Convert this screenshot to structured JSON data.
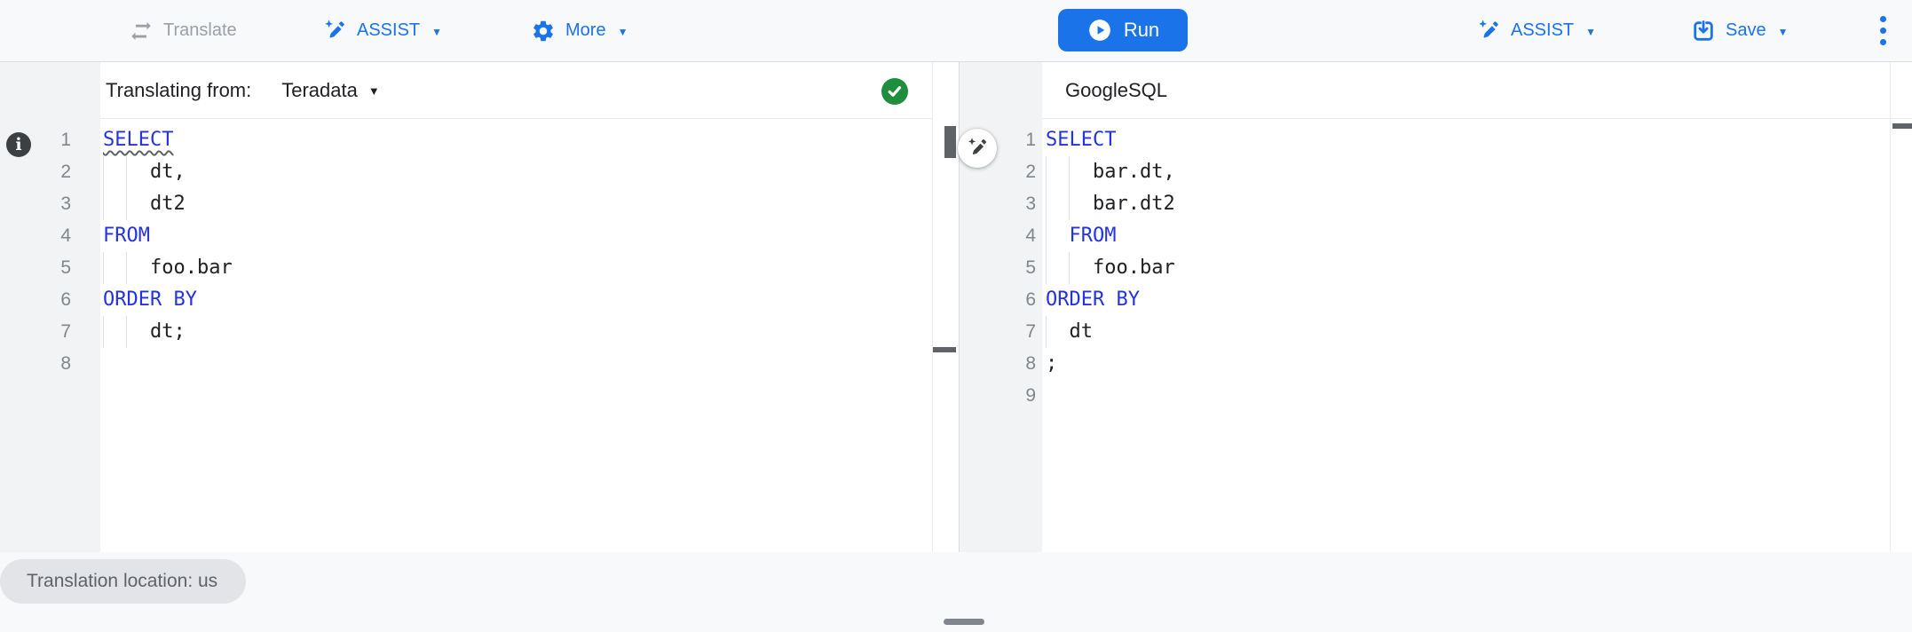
{
  "toolbar": {
    "translate_label": "Translate",
    "assist_label": "ASSIST",
    "more_label": "More",
    "run_label": "Run",
    "save_label": "Save"
  },
  "source_panel": {
    "header_label": "Translating from:",
    "dialect_selected": "Teradata",
    "status_icon": "success-check",
    "info_marker": "i"
  },
  "target_panel": {
    "header_label": "GoogleSQL"
  },
  "footer": {
    "location_chip": "Translation location: us"
  },
  "colors": {
    "accent_blue": "#1a73e8",
    "keyword_blue": "#2433df",
    "code_text": "#202124",
    "line_number_gray": "#80868b",
    "success_green": "#1e8e3e",
    "toolbar_bg": "#f8f9fa",
    "gutter_bg": "#f1f3f4",
    "chip_bg": "#e2e4e7"
  },
  "editors": {
    "source": {
      "lines": [
        {
          "num": 1,
          "segs": [
            {
              "t": "SELECT",
              "k": true,
              "w": true
            }
          ],
          "guides": []
        },
        {
          "num": 2,
          "segs": [
            {
              "t": "    dt,"
            }
          ],
          "guides": [
            0,
            2
          ]
        },
        {
          "num": 3,
          "segs": [
            {
              "t": "    dt2"
            }
          ],
          "guides": [
            0,
            2
          ]
        },
        {
          "num": 4,
          "segs": [
            {
              "t": "FROM",
              "k": true
            }
          ],
          "guides": []
        },
        {
          "num": 5,
          "segs": [
            {
              "t": "    foo.bar"
            }
          ],
          "guides": [
            0,
            2
          ]
        },
        {
          "num": 6,
          "segs": [
            {
              "t": "ORDER BY",
              "k": true
            }
          ],
          "guides": []
        },
        {
          "num": 7,
          "segs": [
            {
              "t": "    dt;"
            }
          ],
          "guides": [
            0,
            2
          ]
        },
        {
          "num": 8,
          "segs": [
            {
              "t": ""
            }
          ],
          "guides": []
        }
      ]
    },
    "target": {
      "lines": [
        {
          "num": 1,
          "segs": [
            {
              "t": "SELECT",
              "k": true
            }
          ],
          "guides": []
        },
        {
          "num": 2,
          "segs": [
            {
              "t": "    bar.dt,"
            }
          ],
          "guides": [
            0,
            2
          ]
        },
        {
          "num": 3,
          "segs": [
            {
              "t": "    bar.dt2"
            }
          ],
          "guides": [
            0,
            2
          ]
        },
        {
          "num": 4,
          "segs": [
            {
              "t": "  "
            },
            {
              "t": "FROM",
              "k": true
            }
          ],
          "guides": [
            0
          ]
        },
        {
          "num": 5,
          "segs": [
            {
              "t": "    foo.bar"
            }
          ],
          "guides": [
            0,
            2
          ]
        },
        {
          "num": 6,
          "segs": [
            {
              "t": "ORDER BY",
              "k": true
            }
          ],
          "guides": []
        },
        {
          "num": 7,
          "segs": [
            {
              "t": "  dt"
            }
          ],
          "guides": [
            0
          ]
        },
        {
          "num": 8,
          "segs": [
            {
              "t": ";"
            }
          ],
          "guides": []
        },
        {
          "num": 9,
          "segs": [
            {
              "t": ""
            }
          ],
          "guides": []
        }
      ]
    }
  }
}
